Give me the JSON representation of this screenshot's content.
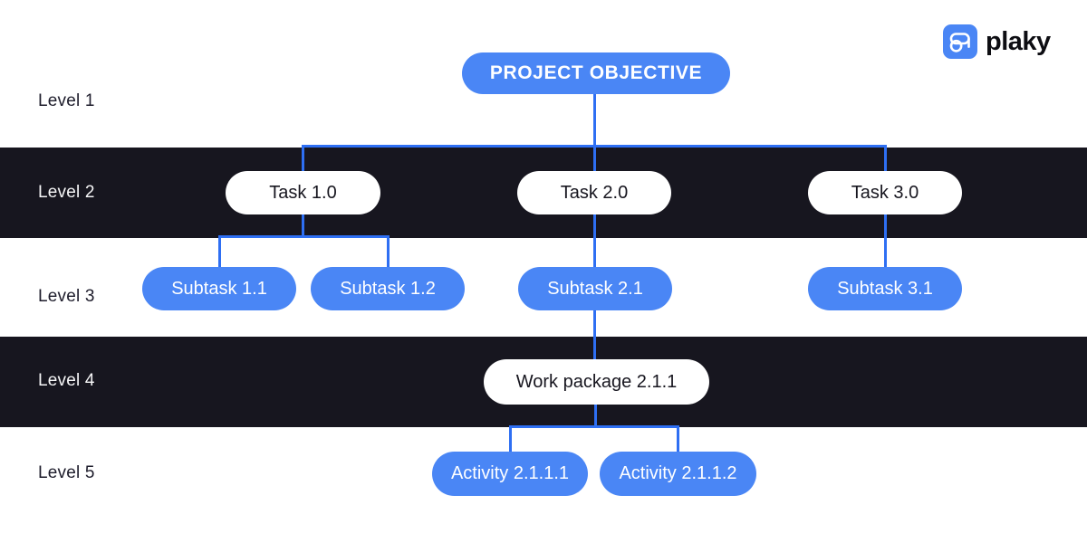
{
  "logo": {
    "text": "plaky",
    "icon": "plaky-pill-p-icon"
  },
  "colors": {
    "node_blue": "#4a86f5",
    "connector_blue": "#2e6ff3",
    "band_dark": "#17161f",
    "label_dark": "#1d1c2b",
    "label_light": "#f7f7f8",
    "node_white": "#ffffff"
  },
  "levels": [
    {
      "label": "Level 1"
    },
    {
      "label": "Level 2"
    },
    {
      "label": "Level 3"
    },
    {
      "label": "Level 4"
    },
    {
      "label": "Level 5"
    }
  ],
  "nodes": {
    "objective": "PROJECT OBJECTIVE",
    "tasks": [
      "Task 1.0",
      "Task 2.0",
      "Task 3.0"
    ],
    "subtasks": [
      "Subtask 1.1",
      "Subtask 1.2",
      "Subtask 2.1",
      "Subtask 3.1"
    ],
    "work_package": "Work package 2.1.1",
    "activities": [
      "Activity 2.1.1.1",
      "Activity 2.1.1.2"
    ]
  }
}
